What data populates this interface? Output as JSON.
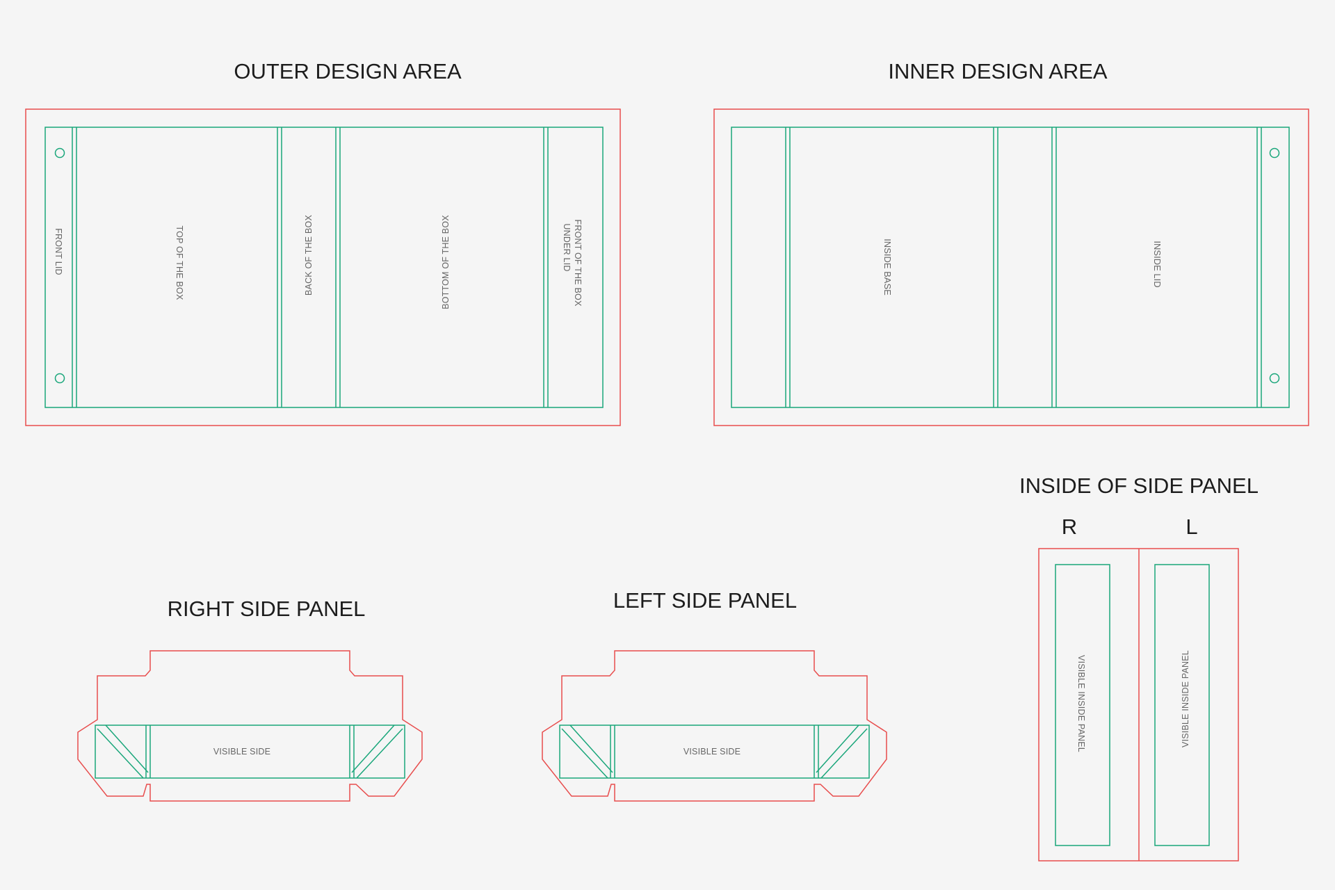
{
  "colors": {
    "background": "#f5f5f5",
    "cut_line": "#e84d4d",
    "fold_line": "#19a67a",
    "title_text": "#1c1c1c",
    "label_text": "#666666"
  },
  "titles": {
    "outer_design_area": "OUTER DESIGN AREA",
    "inner_design_area": "INNER DESIGN AREA",
    "inside_of_side_panel": "INSIDE OF SIDE PANEL",
    "right_side_panel": "RIGHT SIDE PANEL",
    "left_side_panel": "LEFT SIDE PANEL"
  },
  "outer_labels": {
    "front_lid": "FRONT LID",
    "top_of_box": "TOP OF THE BOX",
    "back_of_box": "BACK OF THE BOX",
    "bottom_of_box": "BOTTOM OF THE BOX",
    "front_under_lid_line1": "FRONT OF THE BOX",
    "front_under_lid_line2": "UNDER LID"
  },
  "inner_labels": {
    "inside_base": "INSIDE BASE",
    "inside_lid": "INSIDE LID"
  },
  "side_panel_labels": {
    "right_visible_side": "VISIBLE SIDE",
    "left_visible_side": "VISIBLE SIDE"
  },
  "inside_side_panel": {
    "r_letter": "R",
    "l_letter": "L",
    "r_label": "VISIBLE INSIDE PANEL",
    "l_label": "VISIBLE INSIDE PANEL"
  }
}
